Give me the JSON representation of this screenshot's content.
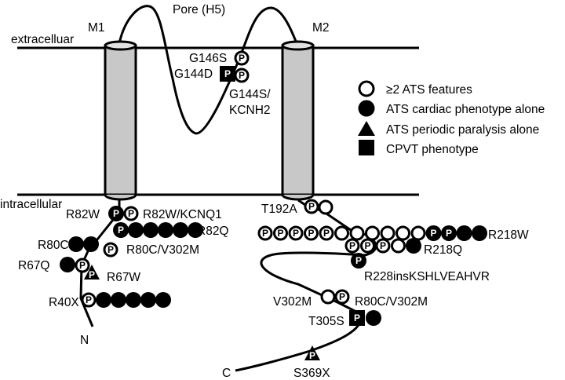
{
  "diagram": {
    "title_labels": {
      "pore": "Pore (H5)",
      "m1": "M1",
      "m2": "M2",
      "extracellular": "extracelluar",
      "intracellular": "intracellular",
      "n_terminus": "N",
      "c_terminus": "C"
    },
    "colors": {
      "line": "#000000",
      "helix_fill": "#c8c8c8",
      "background": "#ffffff"
    },
    "legend": [
      {
        "symbol": "open-circle",
        "label": "≥2 ATS features"
      },
      {
        "symbol": "filled-circle",
        "label": "ATS cardiac phenotype alone"
      },
      {
        "symbol": "filled-triangle",
        "label": "ATS periodic paralysis alone"
      },
      {
        "symbol": "filled-square",
        "label": "CPVT phenotype"
      }
    ],
    "mutations": [
      {
        "label": "G146S",
        "region": "pore",
        "markers": [
          "open-P"
        ]
      },
      {
        "label": "G144D",
        "region": "pore",
        "markers": [
          "square-P"
        ]
      },
      {
        "label": "G144S/ KCNH2",
        "region": "pore",
        "markers": [
          "open-P"
        ]
      },
      {
        "label": "R82W",
        "region": "N-terminal",
        "markers": [
          "filled-P"
        ]
      },
      {
        "label": "R82W/KCNQ1",
        "region": "N-terminal",
        "markers": [
          "open-P"
        ]
      },
      {
        "label": "R82Q",
        "region": "N-terminal",
        "markers": [
          "filled-P",
          "filled",
          "filled",
          "filled",
          "filled",
          "filled"
        ]
      },
      {
        "label": "R80C",
        "region": "N-terminal",
        "markers": [
          "filled",
          "filled"
        ]
      },
      {
        "label": "R80C/V302M",
        "region": "N-terminal",
        "markers": [
          "open-P"
        ]
      },
      {
        "label": "R67Q",
        "region": "N-terminal",
        "markers": [
          "filled",
          "open-P"
        ]
      },
      {
        "label": "R67W",
        "region": "N-terminal",
        "markers": [
          "triangle-P"
        ]
      },
      {
        "label": "R40X",
        "region": "N-terminal",
        "markers": [
          "open-P",
          "filled",
          "filled",
          "filled",
          "filled",
          "filled"
        ]
      },
      {
        "label": "T192A",
        "region": "C-terminal",
        "markers": [
          "open-P",
          "open"
        ]
      },
      {
        "label": "R218W",
        "region": "C-terminal",
        "markers": [
          "open-P",
          "open-P",
          "open-P",
          "open-P",
          "open-P",
          "open",
          "open",
          "open",
          "open",
          "open",
          "open",
          "filled-P",
          "filled-P",
          "filled",
          "filled"
        ]
      },
      {
        "label": "R218Q",
        "region": "C-terminal",
        "markers": [
          "open-P",
          "open-P",
          "open-P",
          "open",
          "filled"
        ]
      },
      {
        "label": "R228insKSHLVEAHVR",
        "region": "C-terminal",
        "markers": [
          "filled-P"
        ]
      },
      {
        "label": "V302M",
        "region": "C-terminal",
        "markers": [
          "open"
        ]
      },
      {
        "label": "R80C/V302M",
        "region": "C-terminal",
        "markers": [
          "open-P"
        ]
      },
      {
        "label": "T305S",
        "region": "C-terminal",
        "markers": [
          "square-P",
          "filled"
        ]
      },
      {
        "label": "S369X",
        "region": "C-terminal",
        "markers": [
          "triangle-P"
        ]
      }
    ],
    "p_mark": "P"
  }
}
